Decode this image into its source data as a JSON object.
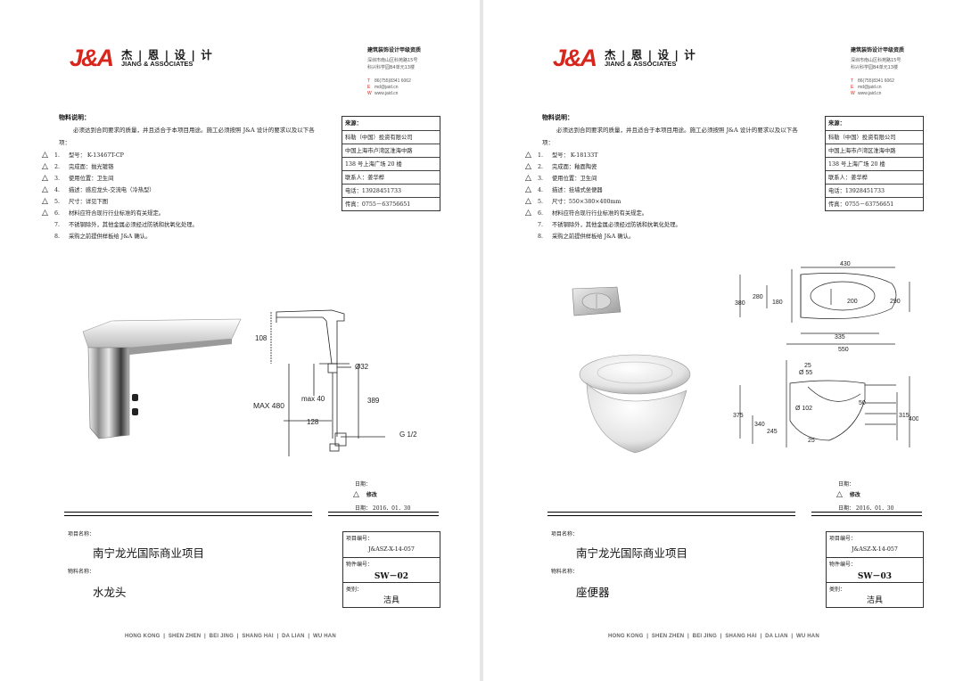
{
  "header": {
    "logo_mark": "J&A",
    "logo_cn": "杰 | 恩 | 设 | 计",
    "logo_en": "JIANG & ASSOCIATES",
    "qualification": "建筑装饰设计甲级资质",
    "address_line1": "深圳市南山区科苑路15号",
    "address_line2": "科兴科学园B4单元13楼",
    "tel": "86(755)8341 6062",
    "email": "md@jaid.cn",
    "web": "www.jaid.cn"
  },
  "sheets": [
    {
      "material_heading": "物料说明：",
      "intro": "必须达到合同要求的质量，并且适合于本项目用途。施工必须按照 J&A 设计的要求以及以下各项：",
      "items": [
        {
          "num": "1.",
          "text": "型号：  K-13467T-CP",
          "tri": true
        },
        {
          "num": "2.",
          "text": "完成面：抛光镀铬",
          "tri": true
        },
        {
          "num": "3.",
          "text": "使用位置：卫生间",
          "tri": true
        },
        {
          "num": "4.",
          "text": "描述：感应龙头-交流电（冷热型）",
          "tri": true
        },
        {
          "num": "5.",
          "text": "尺寸：详见下图",
          "tri": true
        },
        {
          "num": "6.",
          "text": "材料应符合现行行业标准的有关规定。",
          "tri": true
        },
        {
          "num": "7.",
          "text": "不锈钢除外，其他金属必须经过防锈和抗氧化处理。",
          "tri": false
        },
        {
          "num": "8.",
          "text": "采购之前提供样板给 J&A 确认。",
          "tri": false
        }
      ],
      "source": {
        "title": "来源：",
        "rows": [
          "科勒（中国）投资有限公司",
          "中国上海市卢湾区淮海中路",
          "138 号上海广场 20 楼",
          "联系人：姜华桦",
          "电话：13928451733",
          "传真：0755－63756651"
        ]
      },
      "date_label": "日期：",
      "revision_label": "修改",
      "date_value": "日期：  2016．01．30",
      "project_label": "项目名称：",
      "project_name": "南宁龙光国际商业项目",
      "material_name_label": "物料名称：",
      "material_name": "水龙头",
      "project_no_label": "项目编号：",
      "project_no": "J&ASZ-X-14-057",
      "item_no_label": "物件编号：",
      "item_no": "SW－02",
      "category_label": "类别：",
      "category": "洁具",
      "dims": {
        "d108": "108",
        "d32": "Ø32",
        "dmax40": "max 40",
        "d389": "389",
        "dmax480": "MAX 480",
        "d128": "128",
        "dg12": "G 1/2"
      }
    },
    {
      "material_heading": "物料说明：",
      "intro": "必须达到合同要求的质量，并且适合于本项目用途。施工必须按照 J&A 设计的要求以及以下各项：",
      "items": [
        {
          "num": "1.",
          "text": "型号：  K-18133T",
          "tri": true
        },
        {
          "num": "2.",
          "text": "完成面：釉面陶瓷",
          "tri": true
        },
        {
          "num": "3.",
          "text": "使用位置：卫生间",
          "tri": true
        },
        {
          "num": "4.",
          "text": "描述：挂墙式坐便器",
          "tri": true
        },
        {
          "num": "5.",
          "text": "尺寸：550×380×400mm",
          "tri": true
        },
        {
          "num": "6.",
          "text": "材料应符合现行行业标准的有关规定。",
          "tri": true
        },
        {
          "num": "7.",
          "text": "不锈钢除外，其他金属必须经过防锈和抗氧化处理。",
          "tri": false
        },
        {
          "num": "8.",
          "text": "采购之前提供样板给 J&A 确认。",
          "tri": false
        }
      ],
      "source": {
        "title": "来源：",
        "rows": [
          "科勒（中国）投资有限公司",
          "中国上海市卢湾区淮海中路",
          "138 号上海广场 20 楼",
          "联系人：姜华桦",
          "电话：13928451733",
          "传真：0755－63756651"
        ]
      },
      "date_label": "日期：",
      "revision_label": "修改",
      "date_value": "日期：  2016．01．30",
      "project_label": "项目名称：",
      "project_name": "南宁龙光国际商业项目",
      "material_name_label": "物料名称：",
      "material_name": "座便器",
      "project_no_label": "项目编号：",
      "project_no": "J&ASZ-X-14-057",
      "item_no_label": "物件编号：",
      "item_no": "SW－03",
      "category_label": "类别：",
      "category": "洁具",
      "dims": {
        "d430": "430",
        "d280": "280",
        "d180": "180",
        "d380": "380",
        "d200": "200",
        "d290": "290",
        "d335": "335",
        "d550": "550",
        "d25a": "25",
        "d55": "Ø 55",
        "d102": "Ø 102",
        "d50": "50",
        "d375": "375",
        "d340": "340",
        "d245": "245",
        "d25b": "25",
        "d315": "315",
        "d400": "400"
      }
    }
  ],
  "footer": {
    "cities": [
      "HONG KONG",
      "SHEN ZHEN",
      "BEI JING",
      "SHANG HAI",
      "DA LIAN",
      "WU HAN"
    ],
    "separator": "|"
  }
}
